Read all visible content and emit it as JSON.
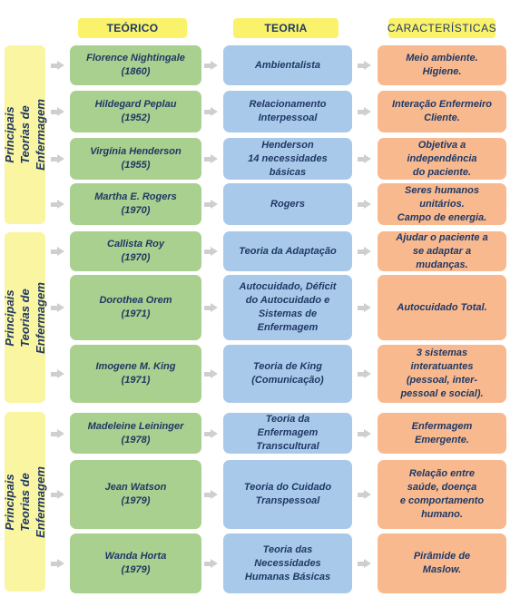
{
  "headers": {
    "teorico": "TEÓRICO",
    "teoria": "TEORIA",
    "caracteristicas": "CARACTERÍSTICAS"
  },
  "groups": [
    {
      "label": "Principais Teorias de\nEnfermagem"
    },
    {
      "label": "Principais Teorias de\nEnfermagem"
    },
    {
      "label": "Principais Teorias de\nEnfermagem"
    }
  ],
  "rows": [
    {
      "teorico": "Florence Nightingale\n(1860)",
      "teoria": "Ambientalista",
      "caracteristicas": "Meio ambiente.\nHigiene."
    },
    {
      "teorico": "Hildegard Peplau\n(1952)",
      "teoria": "Relacionamento\nInterpessoal",
      "caracteristicas": "Interação Enfermeiro\nCliente."
    },
    {
      "teorico": "Virgínia Henderson\n(1955)",
      "teoria": "Henderson\n14 necessidades\nbásicas",
      "caracteristicas": "Objetiva a\nindependência\ndo paciente."
    },
    {
      "teorico": "Martha E. Rogers\n(1970)",
      "teoria": "Rogers",
      "caracteristicas": "Seres humanos\nunitários.\nCampo de energia."
    },
    {
      "teorico": "Callista Roy\n(1970)",
      "teoria": "Teoria da Adaptação",
      "caracteristicas": "Ajudar o paciente a\nse adaptar a\nmudanças."
    },
    {
      "teorico": "Dorothea Orem\n(1971)",
      "teoria": "Autocuidado, Déficit\ndo Autocuidado e\nSistemas de\nEnfermagem",
      "caracteristicas": "Autocuidado Total."
    },
    {
      "teorico": "Imogene M. King\n(1971)",
      "teoria": "Teoria de King\n(Comunicação)",
      "caracteristicas": "3 sistemas\ninteratuantes\n(pessoal, inter-\npessoal e social)."
    },
    {
      "teorico": "Madeleine Leininger\n(1978)",
      "teoria": "Teoria da\nEnfermagem\nTranscultural",
      "caracteristicas": "Enfermagem\nEmergente."
    },
    {
      "teorico": "Jean Watson\n(1979)",
      "teoria": "Teoria do Cuidado\nTranspessoal",
      "caracteristicas": "Relação entre\nsaúde, doença\ne comportamento\nhumano."
    },
    {
      "teorico": "Wanda Horta\n(1979)",
      "teoria": "Teoria das\nNecessidades\nHumanas Básicas",
      "caracteristicas": "Pirâmide de\nMaslow."
    }
  ],
  "colors": {
    "header": "#faf26a",
    "group": "#faf5a0",
    "teorico": "#a9d08e",
    "teoria": "#a9c9ea",
    "caracteristicas": "#f8b98f",
    "arrow": "#cfcfcf",
    "text": "#1f3864"
  }
}
